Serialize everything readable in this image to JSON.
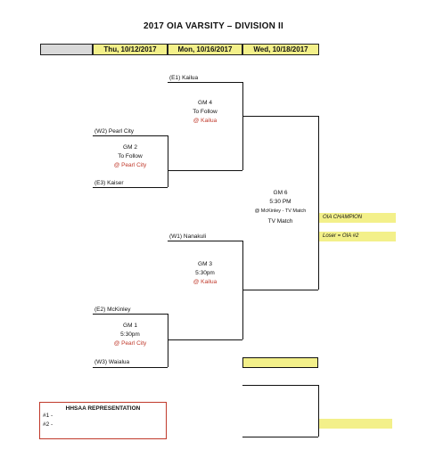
{
  "title": "2017 OIA VARSITY – DIVISION II",
  "header": {
    "dates": [
      "Thu, 10/12/2017",
      "Mon, 10/16/2017",
      "Wed, 10/18/2017"
    ]
  },
  "teams": {
    "e1": "(E1)  Kailua",
    "w2": "(W2)  Pearl City",
    "e3": "(E3)  Kaiser",
    "w1": "(W1)  Nanakuli",
    "e2": "(E2)  McKinley",
    "w3": "(W3)  Waialua"
  },
  "games": {
    "gm4": {
      "name": "GM 4",
      "time": "To Follow",
      "venue": "@  Kailua"
    },
    "gm2": {
      "name": "GM 2",
      "time": "To Follow",
      "venue": "@ Pearl City"
    },
    "gm3": {
      "name": "GM 3",
      "time": "5:30pm",
      "venue": "@  Kailua"
    },
    "gm1": {
      "name": "GM 1",
      "time": "5:30pm",
      "venue": "@ Pearl City"
    },
    "gm6": {
      "name": "GM 6",
      "time": "5:30 PM",
      "venue": "@ McKinley - TV Match",
      "note": "TV Match"
    }
  },
  "results": {
    "champion": "OIA CHAMPION",
    "loser": "Loser = OIA #2"
  },
  "hhsaa": {
    "title": "HHSAA REPRESENTATION",
    "lines": [
      "#1 -",
      "#2 -"
    ]
  },
  "colors": {
    "highlight": "#f3f08a",
    "venue": "#c0392b"
  }
}
